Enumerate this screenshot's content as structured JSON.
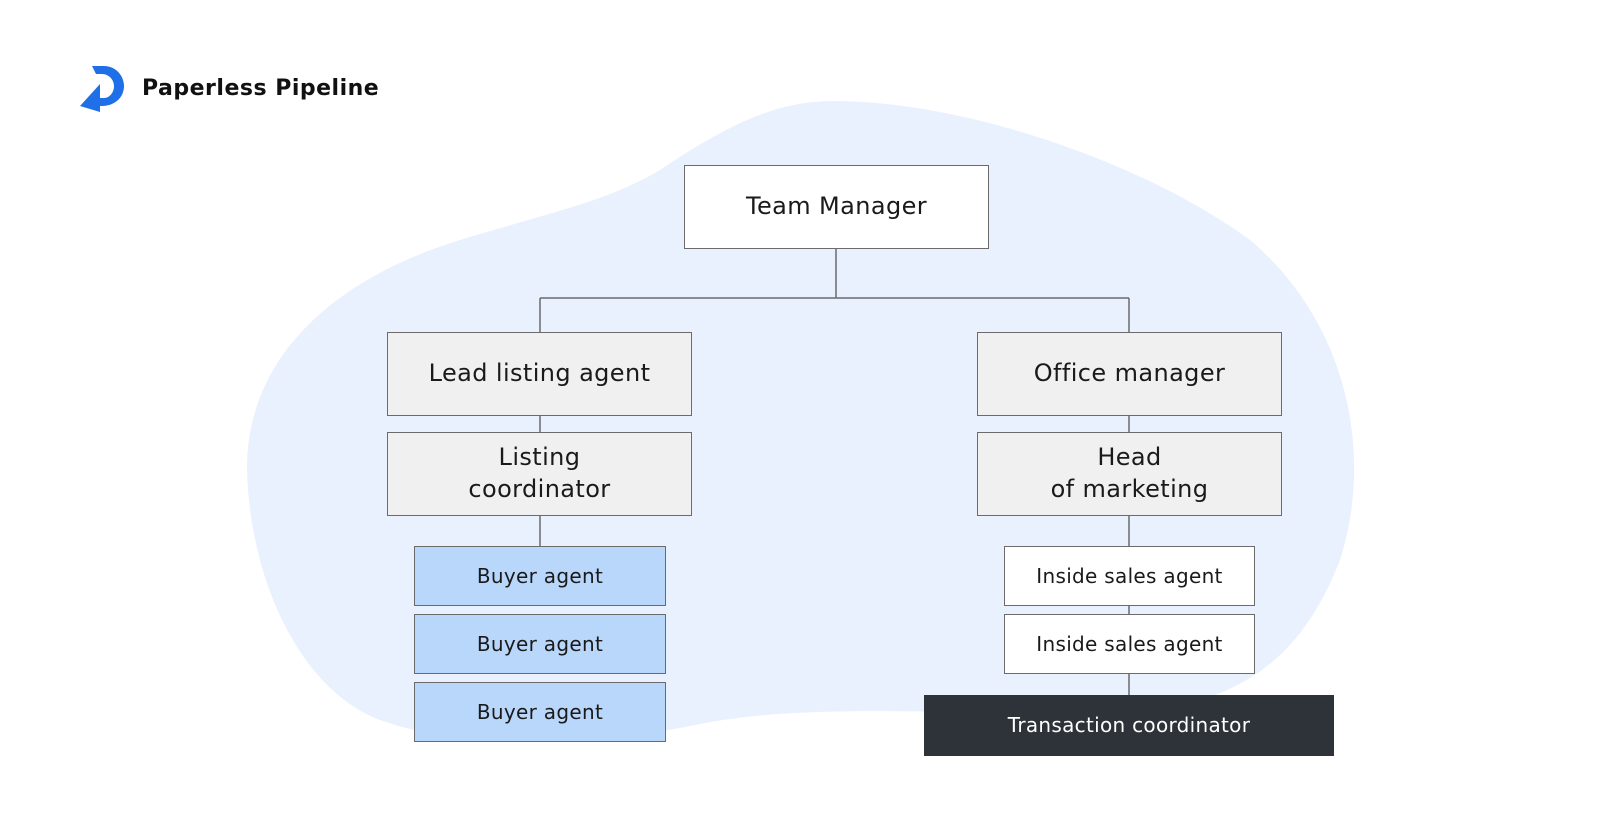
{
  "brand": {
    "name": "Paperless Pipeline",
    "logo_icon": "paperless-pipeline-logo-icon",
    "accent_color": "#1e6fe8"
  },
  "colors": {
    "background_blob": "#e8f1fd",
    "node_default": "#f0f0f0",
    "node_highlight": "#b9d7fb",
    "node_dark": "#2d3338"
  },
  "org_chart": {
    "team_manager": "Team Manager",
    "left_branch": {
      "lead_listing_agent": "Lead listing agent",
      "listing_coordinator": [
        "Listing",
        "coordinator"
      ],
      "buyer_agents": [
        "Buyer agent",
        "Buyer agent",
        "Buyer agent"
      ]
    },
    "right_branch": {
      "office_manager": "Office manager",
      "head_of_marketing": [
        "Head",
        "of marketing"
      ],
      "inside_sales_agents": [
        "Inside sales agent",
        "Inside sales agent"
      ],
      "transaction_coordinator": "Transaction coordinator"
    }
  }
}
